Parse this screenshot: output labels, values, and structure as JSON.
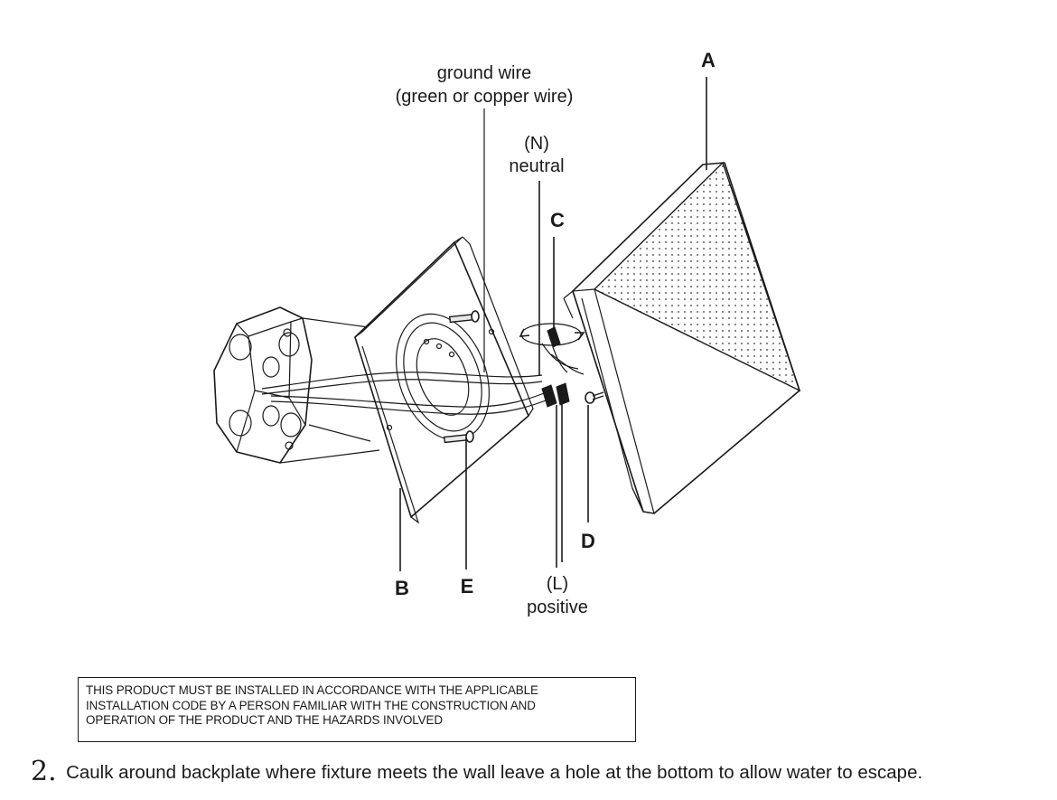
{
  "labels": {
    "ground_wire_line1": "ground wire",
    "ground_wire_line2": "(green or copper wire)",
    "neutral_line1": "(N)",
    "neutral_line2": "neutral",
    "positive_line1": "(L)",
    "positive_line2": "positive",
    "part_a": "A",
    "part_b": "B",
    "part_c": "C",
    "part_d": "D",
    "part_e": "E"
  },
  "warning": {
    "line1": "THIS PRODUCT MUST BE INSTALLED IN ACCORDANCE WITH THE APPLICABLE",
    "line2": "INSTALLATION CODE BY A PERSON FAMILIAR WITH THE CONSTRUCTION AND",
    "line3": "OPERATION OF THE PRODUCT AND THE HAZARDS INVOLVED"
  },
  "step": {
    "number": "2.",
    "text": "Caulk around backplate where fixture meets the wall leave a hole at the bottom to allow water to escape."
  }
}
